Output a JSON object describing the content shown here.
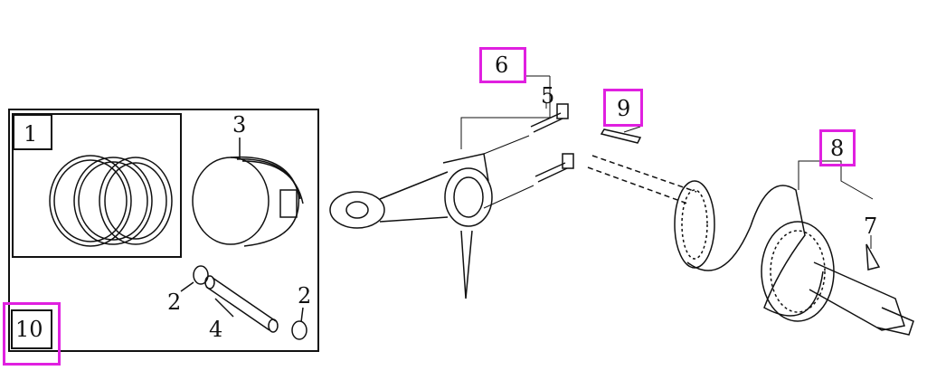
{
  "callouts": {
    "piston_ring_set": "1",
    "circlip_left": "2",
    "circlip_right": "2",
    "piston": "3",
    "piston_pin": "4",
    "connecting_rod_bolt": "5",
    "connecting_rod_assembly": "6",
    "crankshaft_key": "7",
    "crankshaft_assembly": "8",
    "key": "9",
    "piston_assembly": "10"
  },
  "highlight_color": "#e020e0"
}
